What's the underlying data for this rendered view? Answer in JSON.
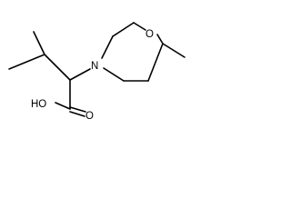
{
  "structure": {
    "atom_labels": {
      "hydroxyl": "HO",
      "carbonyl_oxygen": "O",
      "ring_nitrogen": "N",
      "ring_oxygen": "O"
    },
    "colors": {
      "bond": "#000000",
      "text": "#000000",
      "background": "#ffffff"
    }
  }
}
